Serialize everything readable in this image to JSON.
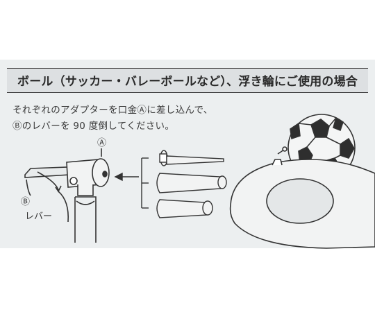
{
  "header": {
    "title": "ボール（サッカー・バレーボールなど）、浮き輪にご使用の場合"
  },
  "instructions": {
    "line1": "それぞれのアダプターを口金Ⓐに差し込んで、",
    "line2": "Ⓑのレバーを 90 度倒してください。"
  },
  "diagram": {
    "label_a": "Ⓐ",
    "label_b": "Ⓑ",
    "lever_label": "レバー"
  }
}
